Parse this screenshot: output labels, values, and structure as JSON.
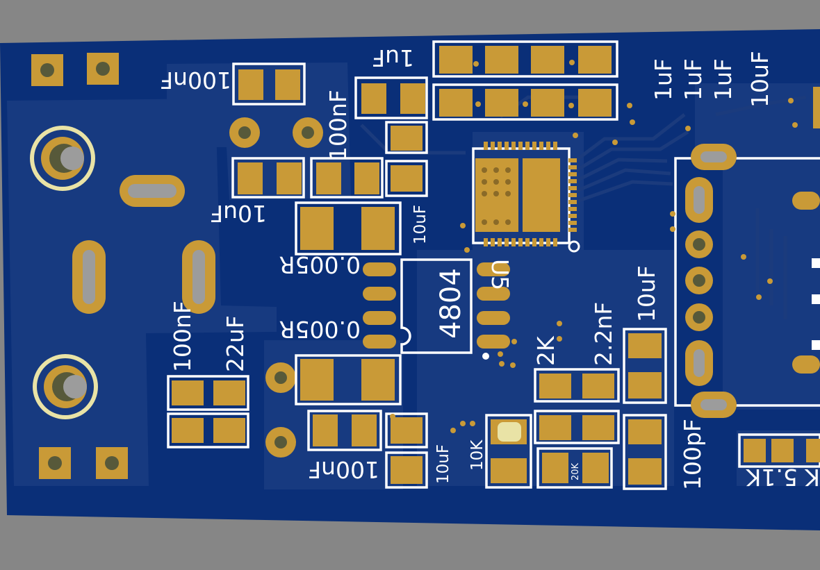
{
  "board": {
    "colors": {
      "background": "#868686",
      "soldermask": "#0a2f78",
      "copper_pour": "#173a80",
      "pad": "#c99a37",
      "silkscreen": "#ffffff",
      "keepout_ring": "#e9e3a6"
    }
  },
  "labels": {
    "c_100nF_top": "100nF",
    "c_1uF_top": "1uF",
    "c_100nF_mid": "100nF",
    "c_10uF_left": "10uF",
    "c_10uF_mid": "10uF",
    "r_0005R_a": "0.005R",
    "r_0005R_b": "0.005R",
    "c_100nF_low": "100nF",
    "c_22uF": "22uF",
    "c_100nF_bottom": "100nF",
    "c_10uF_bottom": "10uF",
    "ic_4804": "4804",
    "u5": "U5",
    "r_2K": "2K",
    "c_2_2nF": "2.2nF",
    "c_10uF_right": "10uF",
    "c_1uF_a": "1uF",
    "c_1uF_b": "1uF",
    "c_1uF_c": "1uF",
    "c_10uF_far": "10uF",
    "r_10K": "10K",
    "r_20K": "20K",
    "c_100pF": "100pF",
    "r_5_1K": "K 5.1K"
  }
}
